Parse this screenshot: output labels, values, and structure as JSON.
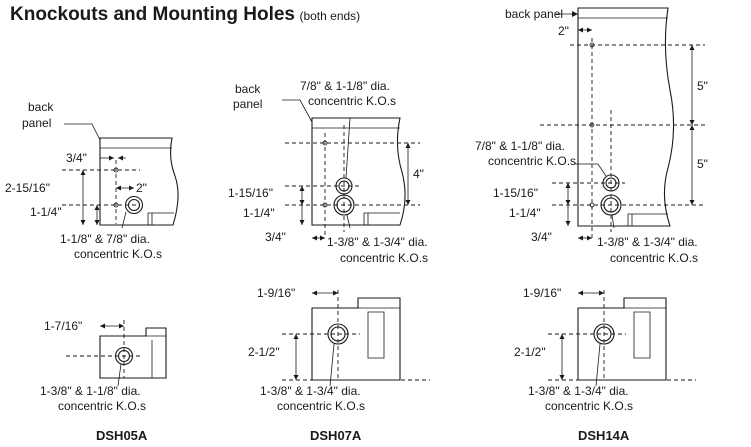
{
  "header": {
    "title": "Knockouts and Mounting Holes",
    "subtitle": "(both ends)"
  },
  "labels": {
    "back_panel_a": "back",
    "back_panel_b": "panel",
    "back_panel_inline": "back panel",
    "ko_78_118_l1": "7/8\" & 1-1/8\" dia.",
    "ko_78_118_l2": "concentric K.O.s",
    "ko_118_78_l1": "1-1/8\" & 7/8\" dia.",
    "ko_138_134_l1": "1-3/8\" & 1-3/4\" dia.",
    "ko_138_118_l1": "1-3/8\" & 1-1/8\" dia.",
    "ko_concentric": "concentric K.O.s"
  },
  "dims": {
    "d_3_4": "3/4\"",
    "d_2": "2\"",
    "d_2_15_16": "2-15/16\"",
    "d_1_1_4": "1-1/4\"",
    "d_1_15_16": "1-15/16\"",
    "d_4": "4\"",
    "d_5": "5\"",
    "d_1_7_16": "1-7/16\"",
    "d_1_9_16": "1-9/16\"",
    "d_2_1_2": "2-1/2\""
  },
  "models": [
    "DSH05A",
    "DSH07A",
    "DSH14A"
  ]
}
